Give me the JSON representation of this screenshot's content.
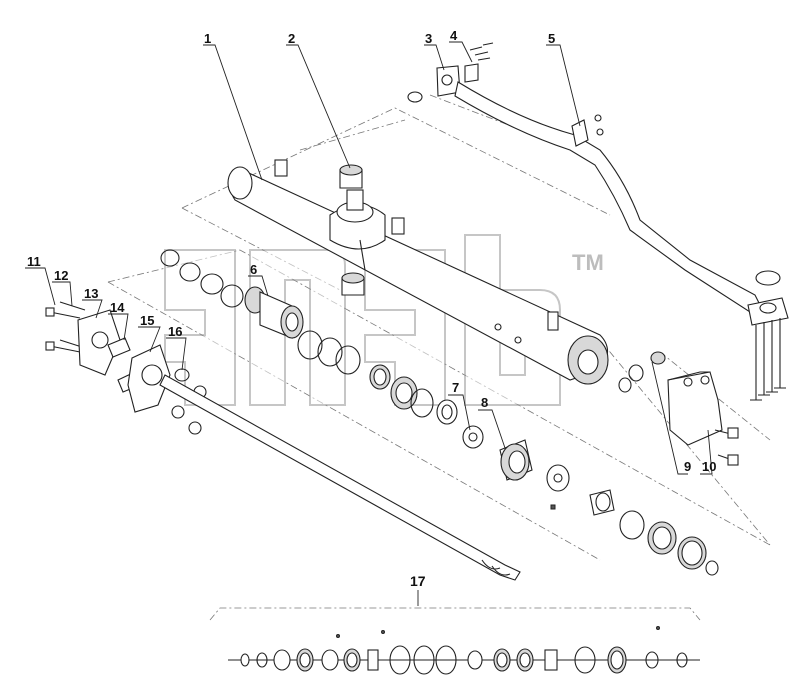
{
  "watermark": {
    "text": "anab",
    "tm": "TM"
  },
  "callouts": [
    {
      "id": "label-1",
      "text": "1"
    },
    {
      "id": "label-2",
      "text": "2"
    },
    {
      "id": "label-3",
      "text": "3"
    },
    {
      "id": "label-4",
      "text": "4"
    },
    {
      "id": "label-5",
      "text": "5"
    },
    {
      "id": "label-6",
      "text": "6"
    },
    {
      "id": "label-7",
      "text": "7"
    },
    {
      "id": "label-8",
      "text": "8"
    },
    {
      "id": "label-9",
      "text": "9"
    },
    {
      "id": "label-10",
      "text": "10"
    },
    {
      "id": "label-11",
      "text": "11"
    },
    {
      "id": "label-12",
      "text": "12"
    },
    {
      "id": "label-13",
      "text": "13"
    },
    {
      "id": "label-14",
      "text": "14"
    },
    {
      "id": "label-15",
      "text": "15"
    },
    {
      "id": "label-16",
      "text": "16"
    },
    {
      "id": "label-17",
      "text": "17"
    }
  ]
}
